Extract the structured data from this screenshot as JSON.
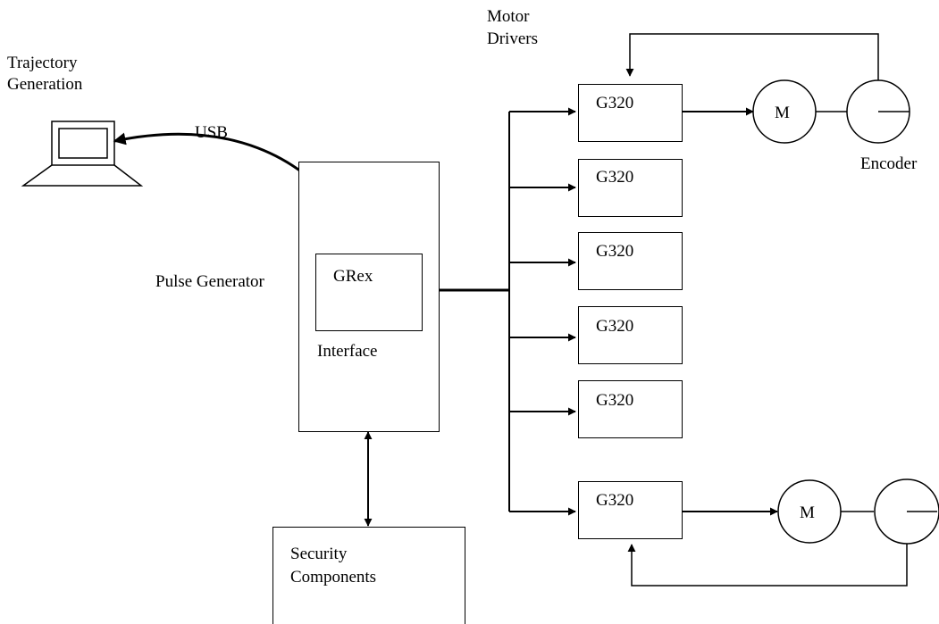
{
  "labels": {
    "trajectory_line1": "Trajectory",
    "trajectory_line2": "Generation",
    "usb": "USB",
    "motor_drivers_line1": "Motor",
    "motor_drivers_line2": "Drivers",
    "encoder": "Encoder",
    "pulse_generator": "Pulse Generator",
    "grex": "GRex",
    "interface": "Interface",
    "security_line1": "Security",
    "security_line2": "Components"
  },
  "drivers": [
    "G320",
    "G320",
    "G320",
    "G320",
    "G320",
    "G320"
  ],
  "motors": [
    "M",
    "M"
  ]
}
